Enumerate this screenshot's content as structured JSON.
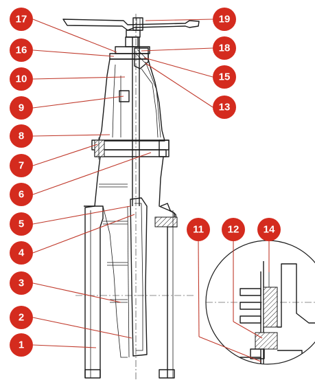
{
  "badges": {
    "b1": "1",
    "b2": "2",
    "b3": "3",
    "b4": "4",
    "b5": "5",
    "b6": "6",
    "b7": "7",
    "b8": "8",
    "b9": "9",
    "b10": "10",
    "b11": "11",
    "b12": "12",
    "b13": "13",
    "b14": "14",
    "b15": "15",
    "b16": "16",
    "b17": "17",
    "b18": "18",
    "b19": "19"
  },
  "colors": {
    "badge": "#d42b1e",
    "leader": "#c0392b",
    "line": "#1a1a1a"
  }
}
